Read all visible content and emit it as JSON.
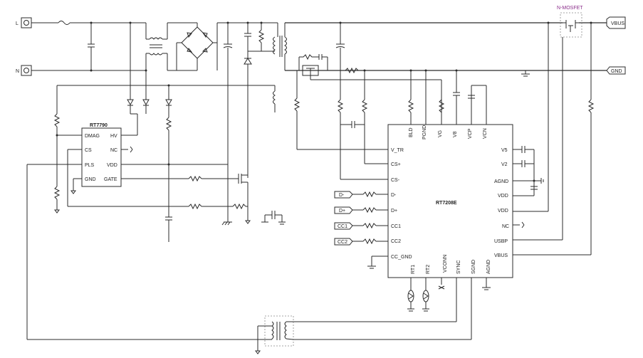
{
  "terminals": {
    "line": "L",
    "neutral": "N"
  },
  "mosfet_label": "N-MOSFET",
  "outputs": {
    "vbus": "VBUS",
    "gnd": "GND"
  },
  "rt7790": {
    "name": "RT7790",
    "left_pins": [
      "DMAG",
      "CS",
      "PLS",
      "GND"
    ],
    "right_pins": [
      "HV",
      "NC",
      "VDD",
      "GATE"
    ]
  },
  "rt7208": {
    "name": "RT7208E",
    "top_pins": [
      "BLD",
      "PGND",
      "VG",
      "V8",
      "VCP",
      "VCN"
    ],
    "left_pins": [
      "V_TR",
      "CS+",
      "CS-",
      "D-",
      "D+",
      "CC1",
      "CC2",
      "CC_GND"
    ],
    "right_pins": [
      "V5",
      "V2",
      "AGND",
      "VDD",
      "VDD",
      "NC",
      "USBP",
      "VBUS"
    ],
    "bottom_pins": [
      "RT1",
      "RT2",
      "VCONN",
      "SYNC",
      "SGND",
      "AGND"
    ]
  },
  "connectors": [
    "D-",
    "D+",
    "CC1",
    "CC2"
  ]
}
